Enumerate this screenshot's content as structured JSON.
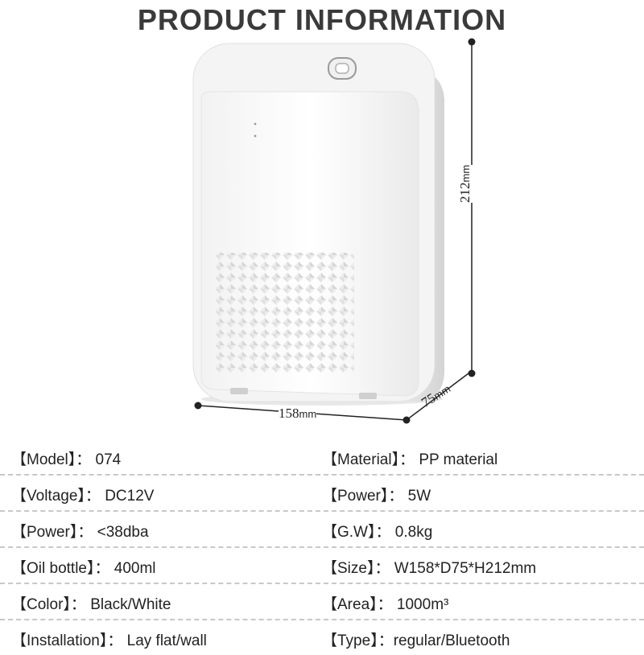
{
  "title": "PRODUCT  INFORMATION",
  "dimensions": {
    "width": {
      "value": "158",
      "unit": "mm"
    },
    "height": {
      "value": "212",
      "unit": "mm"
    },
    "depth": {
      "value": "75",
      "unit": "mm"
    }
  },
  "specs": [
    [
      {
        "key": "【Model】",
        "sep": "：  ",
        "value": "074"
      },
      {
        "key": "【Material】",
        "sep": "：  ",
        "value": "PP material"
      }
    ],
    [
      {
        "key": "【Voltage】",
        "sep": "：  ",
        "value": "DC12V"
      },
      {
        "key": "【Power】",
        "sep": "：  ",
        "value": "5W"
      }
    ],
    [
      {
        "key": "【Power】",
        "sep": "：  ",
        "value": "<38dba"
      },
      {
        "key": "【G.W】",
        "sep": "：  ",
        "value": "0.8kg"
      }
    ],
    [
      {
        "key": "【Oil bottle】",
        "sep": "：  ",
        "value": "400ml"
      },
      {
        "key": "【Size】",
        "sep": "：  ",
        "value": "W158*D75*H212mm"
      }
    ],
    [
      {
        "key": "【Color】",
        "sep": "：  ",
        "value": "Black/White"
      },
      {
        "key": "【Area】",
        "sep": "：  ",
        "value": "1000m³"
      }
    ],
    [
      {
        "key": "【Installation】",
        "sep": "：  ",
        "value": "Lay flat/wall"
      },
      {
        "key": "【Type】",
        "sep": "：",
        "value": "regular/Bluetooth"
      }
    ]
  ]
}
